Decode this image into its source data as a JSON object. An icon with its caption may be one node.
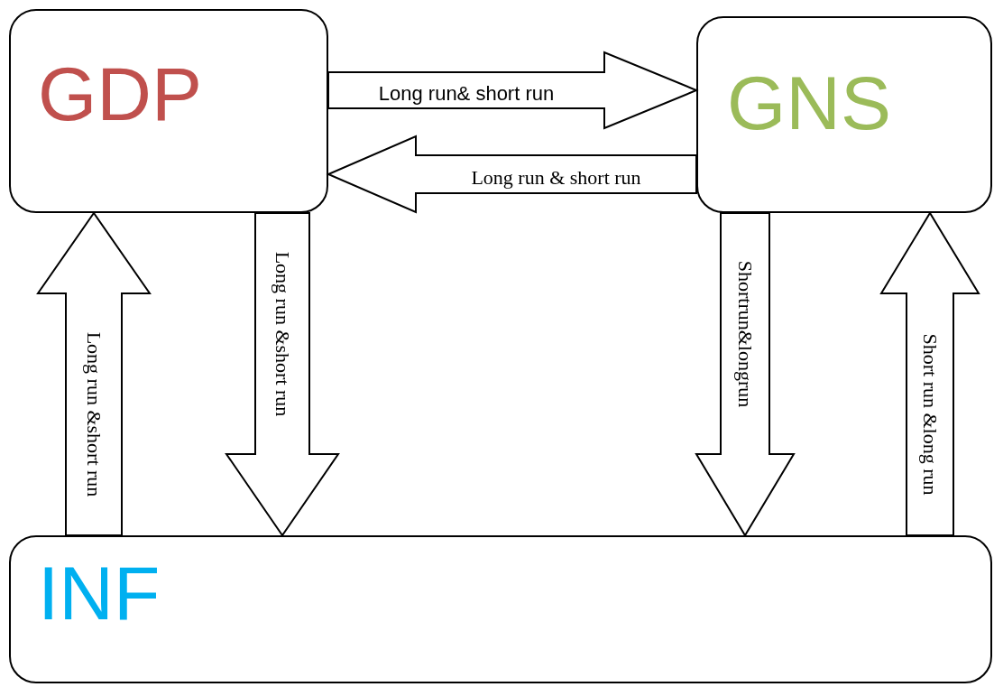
{
  "diagram": {
    "nodes": [
      {
        "text": [
          "GDP"
        ]
      },
      {
        "text": [
          "GNS"
        ]
      },
      {
        "text": [
          "INF"
        ]
      }
    ],
    "edges": [
      {
        "from": 0,
        "to": 1,
        "arrow": "to",
        "label": "Long run& short run"
      },
      {
        "from": 1,
        "to": 0,
        "arrow": "to",
        "label": "Long run & short run"
      },
      {
        "from": 2,
        "to": 0,
        "arrow": "to",
        "label": "Long run &short run"
      },
      {
        "from": 0,
        "to": 2,
        "arrow": "to",
        "label": "Long run &short run"
      },
      {
        "from": 1,
        "to": 2,
        "arrow": "to",
        "label": "Shortrun&longrun"
      },
      {
        "from": 2,
        "to": 1,
        "arrow": "to",
        "label": "Short run &long run"
      }
    ]
  }
}
